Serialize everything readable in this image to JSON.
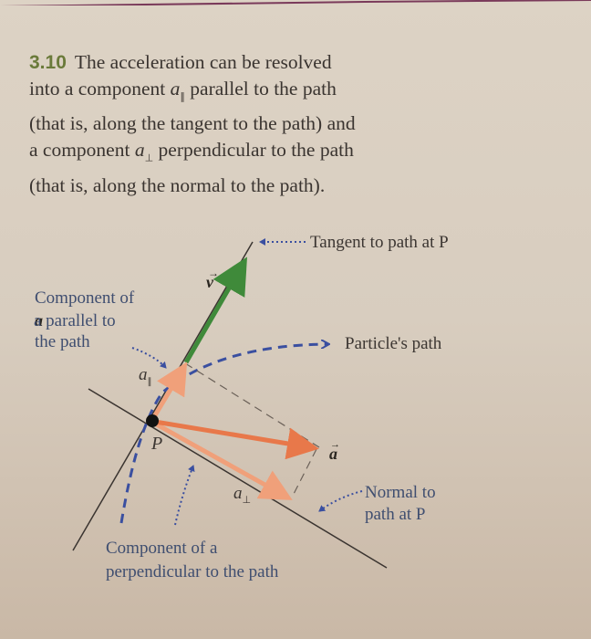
{
  "figure": {
    "number": "3.10",
    "caption_lines": [
      "The acceleration can be resolved",
      "into a component",
      "parallel to the path",
      "(that is, along the tangent to the path) and",
      "a component",
      "perpendicular to the path",
      "(that is, along the normal to the path)."
    ],
    "symbols": {
      "a_parallel": "a",
      "parallel_sub": "∥",
      "a_perp": "a",
      "perp_sub": "⊥"
    }
  },
  "diagram": {
    "labels": {
      "tangent": "Tangent to path at P",
      "particle_path": "Particle's path",
      "component_parallel": [
        "Component of",
        "a parallel to",
        "the path"
      ],
      "component_perpendicular": [
        "Component of a",
        "perpendicular to the path"
      ],
      "normal": [
        "Normal to",
        "path at P"
      ],
      "point": "P",
      "velocity": "v",
      "acceleration": "a",
      "a_parallel": "a",
      "a_perp": "a",
      "parallel_sub": "∥",
      "perp_sub": "⊥",
      "vec_arrow": "→"
    },
    "colors": {
      "velocity": "#3f8a3a",
      "acceleration": "#e8784a",
      "component": "#f0a07a",
      "path": "#3a4fa0",
      "label_blue": "#3f4e70",
      "line": "#3a3430"
    }
  }
}
